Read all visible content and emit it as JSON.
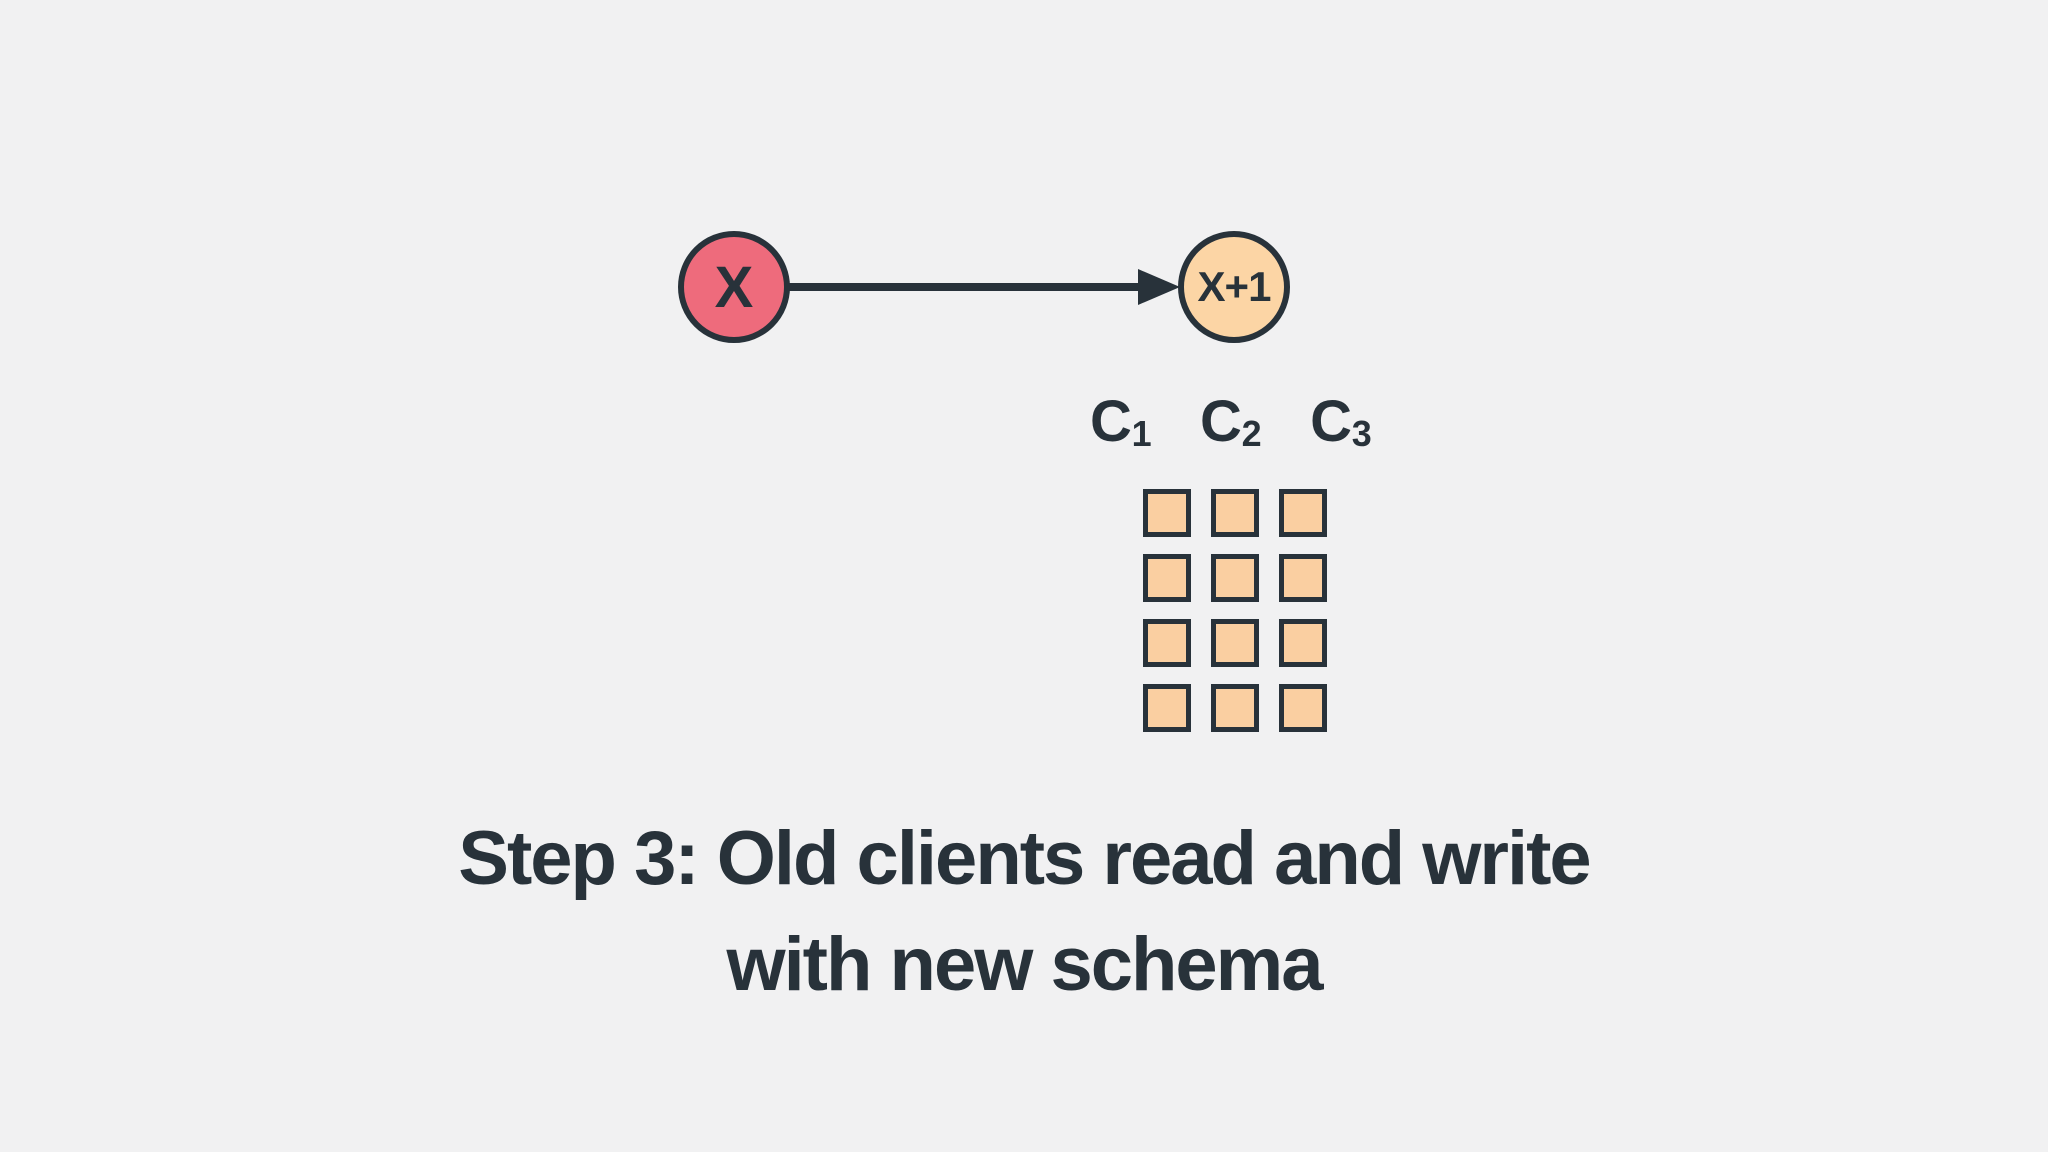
{
  "colors": {
    "background": "#f1f1f2",
    "ink": "#28323a",
    "node_x_fill": "#ee6b7c",
    "node_x1_fill": "#fcd5a5",
    "cell_fill": "#facfa1"
  },
  "diagram": {
    "nodes": [
      {
        "id": "x",
        "label": "X"
      },
      {
        "id": "x-plus-1",
        "label": "X+1"
      }
    ],
    "arrow": {
      "from": "X",
      "to": "X+1",
      "direction": "right"
    },
    "table": {
      "column_labels": [
        {
          "base": "C",
          "subscript": "1"
        },
        {
          "base": "C",
          "subscript": "2"
        },
        {
          "base": "C",
          "subscript": "3"
        }
      ],
      "rows": 4,
      "columns": 3
    }
  },
  "caption": {
    "line1": "Step 3: Old clients read and write",
    "line2": "with new schema"
  }
}
